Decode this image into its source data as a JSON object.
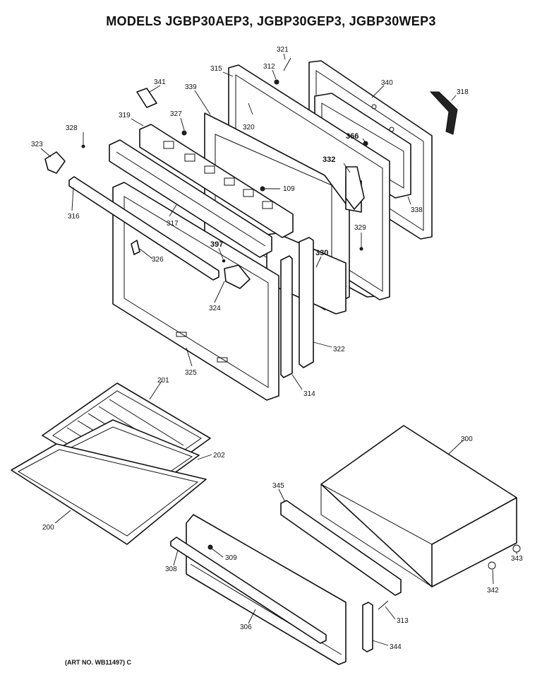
{
  "title": "MODELS JGBP30AEP3, JGBP30GEP3, JGBP30WEP3",
  "art_number": "(ART NO. WB11497) C",
  "callouts": {
    "c321": "321",
    "c312": "312",
    "c315": "315",
    "c340": "340",
    "c318": "318",
    "c341": "341",
    "c339": "339",
    "c327": "327",
    "c319": "319",
    "c320": "320",
    "c328": "328",
    "c323": "323",
    "c366": "366",
    "c332": "332",
    "c109": "109",
    "c316": "316",
    "c317": "317",
    "c338": "338",
    "c329": "329",
    "c397": "397",
    "c326": "326",
    "c330": "330",
    "c324": "324",
    "c322": "322",
    "c325": "325",
    "c314": "314",
    "c201": "201",
    "c300": "300",
    "c202": "202",
    "c345": "345",
    "c200": "200",
    "c309": "309",
    "c308": "308",
    "c343": "343",
    "c342": "342",
    "c313": "313",
    "c306": "306",
    "c344": "344"
  }
}
